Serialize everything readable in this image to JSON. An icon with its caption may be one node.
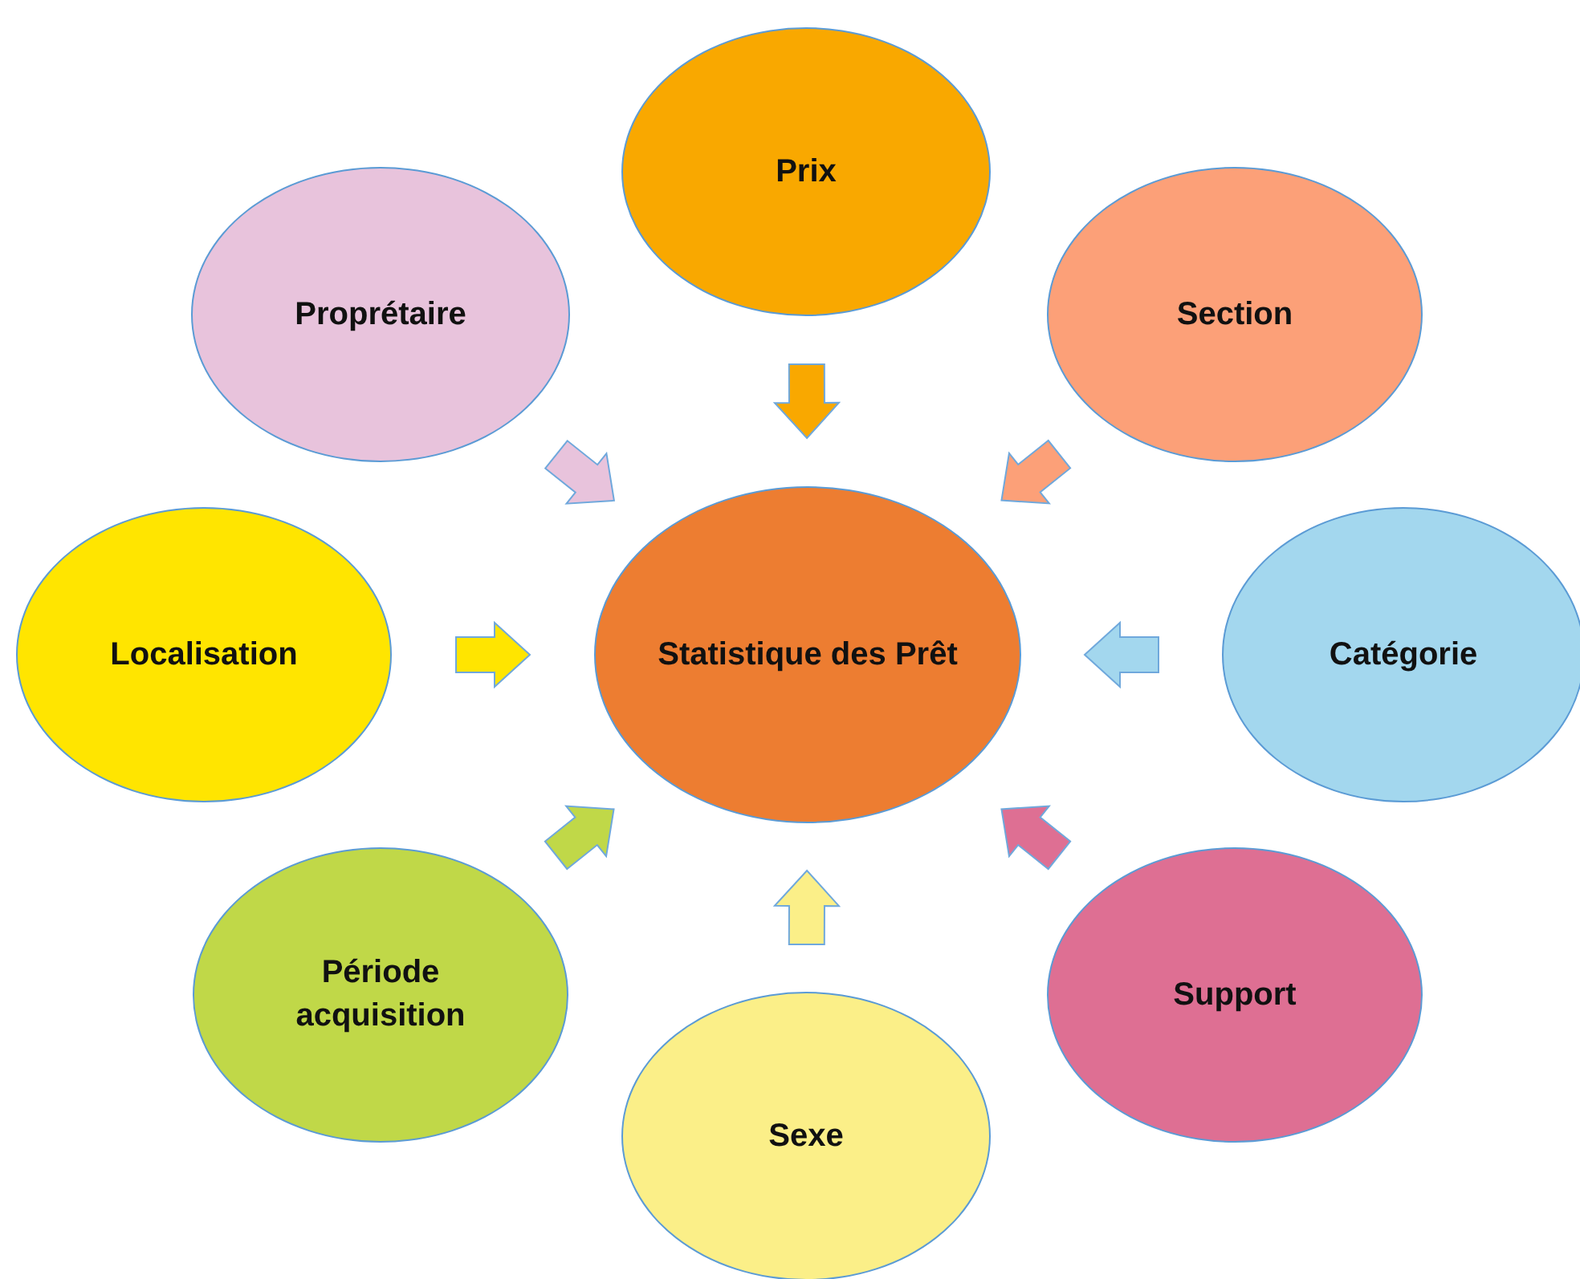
{
  "diagram": {
    "nodes": [
      {
        "text": [
          "Prix"
        ]
      },
      {
        "text": [
          "Proprétaire"
        ]
      },
      {
        "text": [
          "Section"
        ]
      },
      {
        "text": [
          "Localisation"
        ]
      },
      {
        "text": [
          "Statistique des Prêt"
        ]
      },
      {
        "text": [
          "Catégorie"
        ]
      },
      {
        "text": [
          "Période acquisition"
        ]
      },
      {
        "text": [
          "Support"
        ]
      },
      {
        "text": [
          "Sexe"
        ]
      }
    ],
    "edges": [
      {
        "from": 0,
        "to": 4,
        "arrow": "to",
        "color": "#f9a800"
      },
      {
        "from": 1,
        "to": 4,
        "arrow": "to",
        "color": "#e8c3dc"
      },
      {
        "from": 2,
        "to": 4,
        "arrow": "to",
        "color": "#fca078"
      },
      {
        "from": 3,
        "to": 4,
        "arrow": "to",
        "color": "#ffe500"
      },
      {
        "from": 5,
        "to": 4,
        "arrow": "to",
        "color": "#a3d7ee"
      },
      {
        "from": 6,
        "to": 4,
        "arrow": "to",
        "color": "#c0d848"
      },
      {
        "from": 7,
        "to": 4,
        "arrow": "to",
        "color": "#de6f93"
      },
      {
        "from": 8,
        "to": 4,
        "arrow": "to",
        "color": "#fbef88"
      }
    ]
  }
}
